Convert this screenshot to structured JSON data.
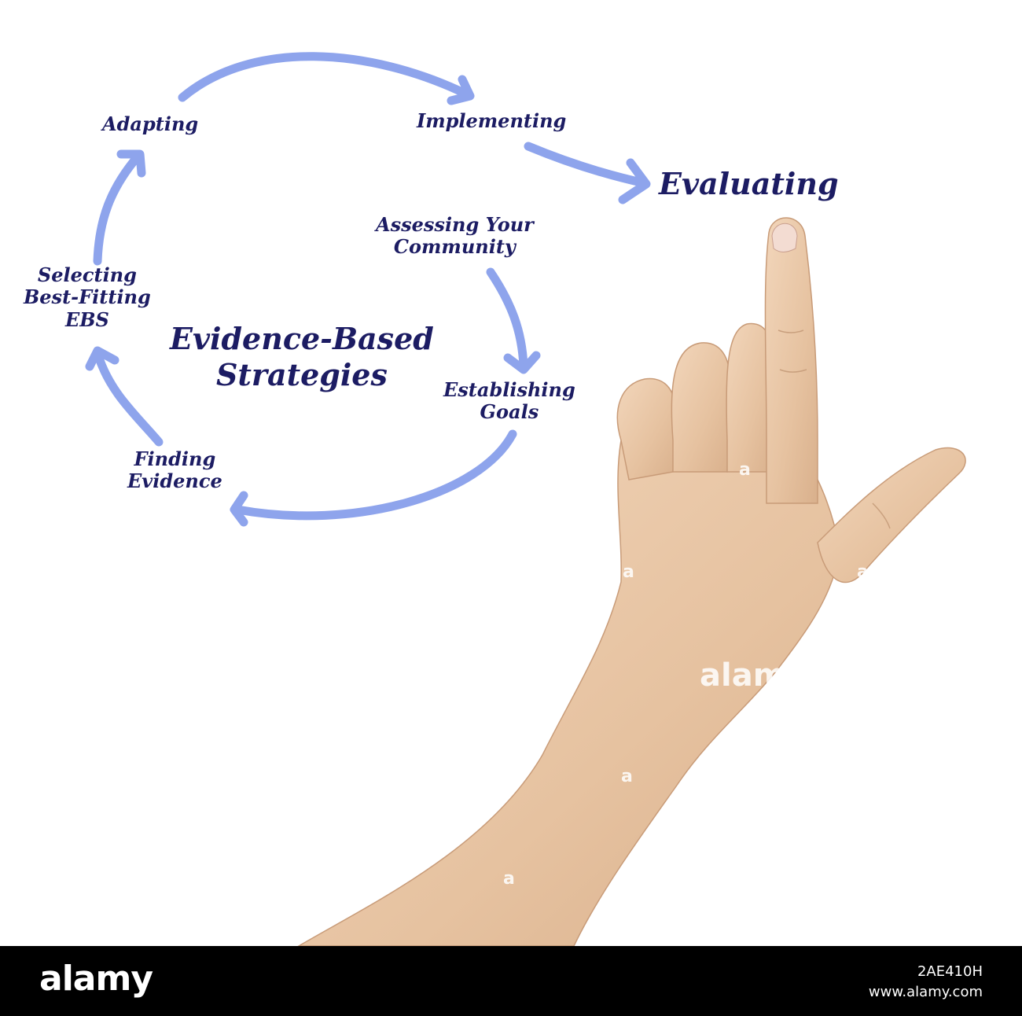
{
  "diagram": {
    "title_line1": "Evidence-Based",
    "title_line2": "Strategies",
    "steps": {
      "adapting": "Adapting",
      "implementing": "Implementing",
      "evaluating": "Evaluating",
      "assessing_line1": "Assessing Your",
      "assessing_line2": "Community",
      "establishing_line1": "Establishing",
      "establishing_line2": "Goals",
      "finding_line1": "Finding",
      "finding_line2": "Evidence",
      "selecting_line1": "Selecting",
      "selecting_line2": "Best-Fitting",
      "selecting_line3": "EBS"
    },
    "colors": {
      "text": "#1c1c63",
      "arrow": "#8ea4ec",
      "skin": "#e8c8a8"
    }
  },
  "watermarks": {
    "center": "alamy",
    "small": "a"
  },
  "footer": {
    "brand": "alamy",
    "image_id": "2AE410H",
    "site": "www.alamy.com"
  }
}
